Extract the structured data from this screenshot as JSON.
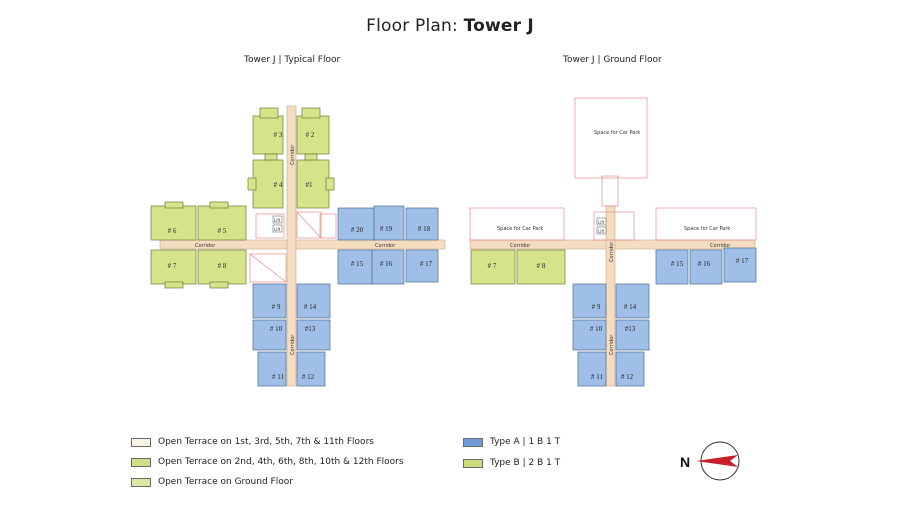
{
  "title": {
    "prefix": "Floor Plan: ",
    "bold": "Tower J"
  },
  "plans": [
    {
      "id": "typical",
      "heading": "Tower  J  |  Typical Floor"
    },
    {
      "id": "ground",
      "heading": "Tower  J  |  Ground Floor"
    }
  ],
  "labels": {
    "corridor": "Corridor",
    "lift": "Lift",
    "car_park": "Space for Car Park"
  },
  "units_typical": {
    "type_b": [
      "# 3",
      "# 2",
      "# 4",
      "#1",
      "# 6",
      "# 5",
      "# 7",
      "# 8"
    ],
    "type_a": [
      "# 20",
      "# 19",
      "# 18",
      "# 15",
      "# 16",
      "# 17",
      "# 9",
      "# 14",
      "# 10",
      "#13",
      "# 11",
      "# 12"
    ]
  },
  "units_ground": {
    "type_b": [
      "# 7",
      "# 8"
    ],
    "type_a": [
      "# 15",
      "# 16",
      "# 17",
      "# 9",
      "# 14",
      "# 10",
      "#13",
      "# 11",
      "# 12"
    ]
  },
  "legend": {
    "terraces": [
      {
        "label": "Open Terrace on 1st, 3rd, 5th, 7th & 11th Floors",
        "color": "#f7f6e6"
      },
      {
        "label": "Open Terrace on 2nd, 4th, 6th, 8th, 10th & 12th Floors",
        "color": "#cfdf8a"
      },
      {
        "label": "Open Terrace on Ground Floor",
        "color": "#dfe7a8"
      }
    ],
    "types": [
      {
        "label": "Type A | 1 B 1 T",
        "color": "#6f9bd6"
      },
      {
        "label": "Type B | 2 B 1 T",
        "color": "#c9dc77"
      }
    ]
  },
  "compass": {
    "label": "N"
  },
  "colors": {
    "type_a": "#9fbfe8",
    "type_b": "#d5e389",
    "corridor": "#f4dcc0",
    "outline": "#5a6b86",
    "pink": "#e88a8a"
  }
}
